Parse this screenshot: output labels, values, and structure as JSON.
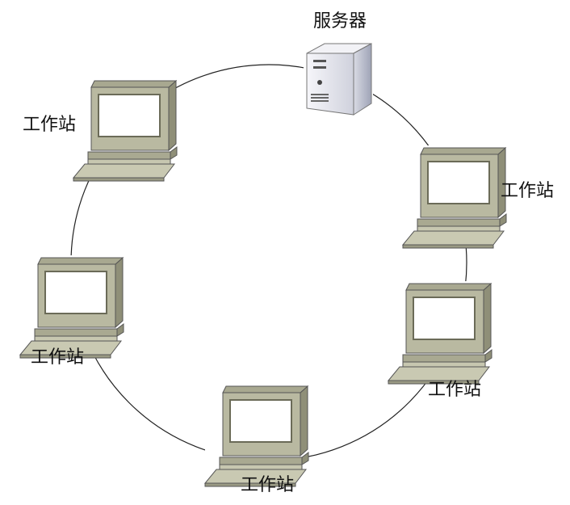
{
  "diagram": {
    "type": "ring-network",
    "server": {
      "label": "服务器",
      "icon": "server-icon"
    },
    "workstations": [
      {
        "label": "工作站",
        "icon": "workstation-icon"
      },
      {
        "label": "工作站",
        "icon": "workstation-icon"
      },
      {
        "label": "工作站",
        "icon": "workstation-icon"
      },
      {
        "label": "工作站",
        "icon": "workstation-icon"
      },
      {
        "label": "工作站",
        "icon": "workstation-icon"
      }
    ],
    "colors": {
      "ring": "#222222",
      "computer_body": "#b9b9a1",
      "computer_shade": "#8f8f78",
      "screen": "#ffffff",
      "server_body": "#e8e8ee",
      "server_shade": "#9aa0b4"
    }
  }
}
